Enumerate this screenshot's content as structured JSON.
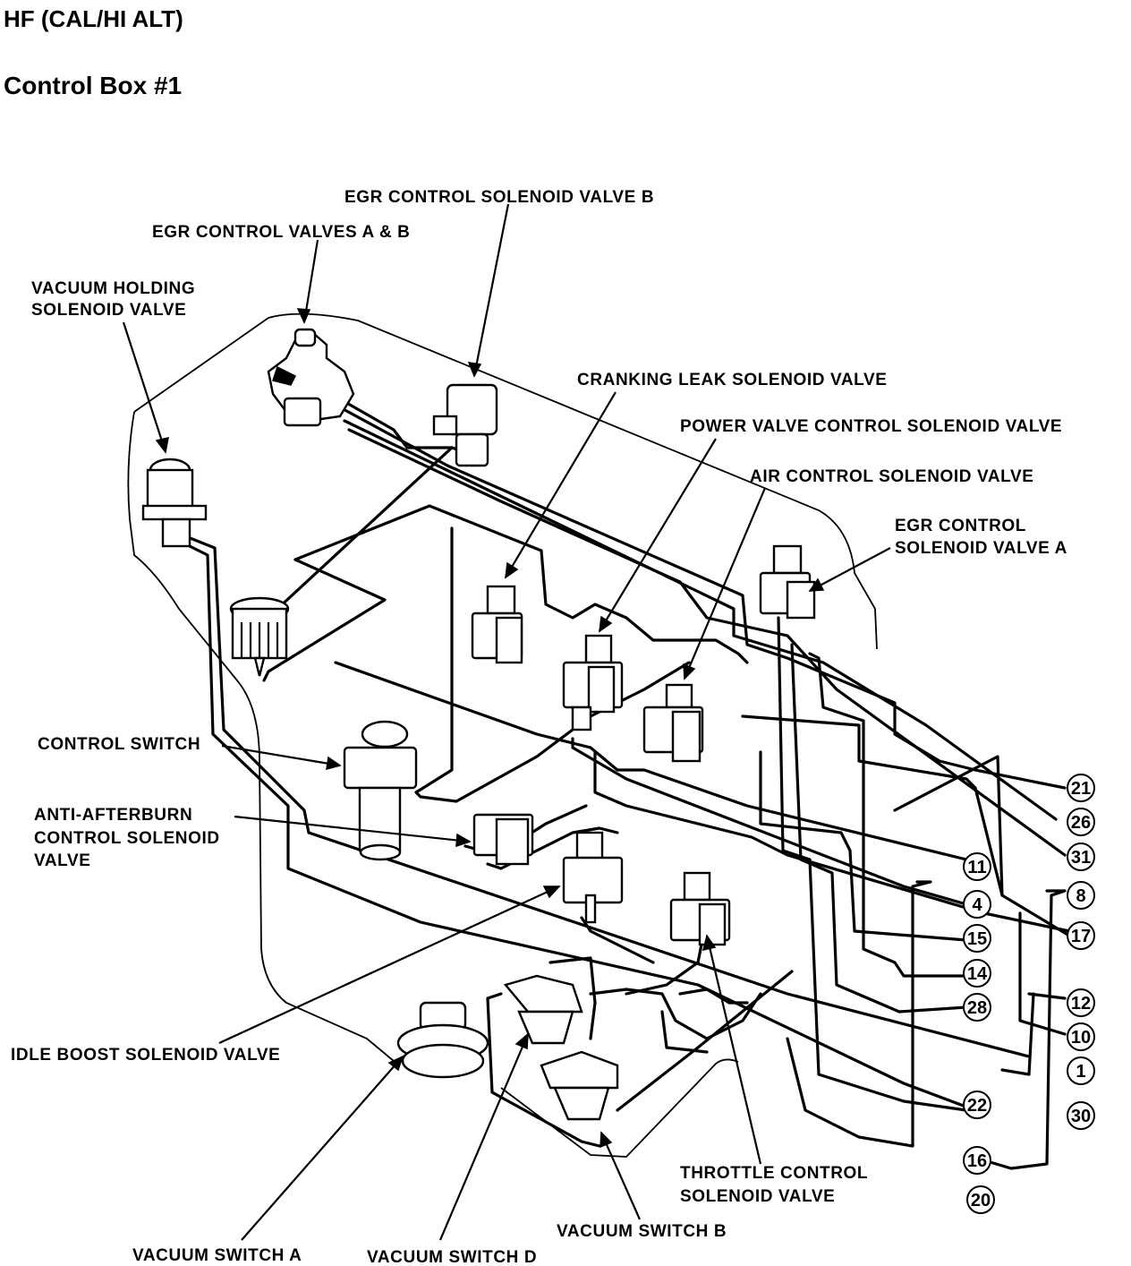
{
  "header": {
    "title": "HF (CAL/HI ALT)",
    "subtitle": "Control Box #1"
  },
  "labels": {
    "egr_control_solenoid_valve_b": "EGR CONTROL SOLENOID VALVE B",
    "egr_control_valves_a_b": "EGR CONTROL VALVES A & B",
    "vacuum_holding_line1": "VACUUM HOLDING",
    "vacuum_holding_line2": "SOLENOID VALVE",
    "cranking_leak": "CRANKING LEAK SOLENOID VALVE",
    "power_valve": "POWER VALVE CONTROL SOLENOID VALVE",
    "air_control": "AIR CONTROL SOLENOID VALVE",
    "egr_a_line1": "EGR CONTROL",
    "egr_a_line2": "SOLENOID VALVE A",
    "control_switch": "CONTROL SWITCH",
    "anti_afterburn_line1": "ANTI-AFTERBURN",
    "anti_afterburn_line2": "CONTROL SOLENOID",
    "anti_afterburn_line3": "VALVE",
    "idle_boost": "IDLE BOOST SOLENOID VALVE",
    "throttle_line1": "THROTTLE CONTROL",
    "throttle_line2": "SOLENOID VALVE",
    "vacuum_switch_a": "VACUUM SWITCH A",
    "vacuum_switch_d": "VACUUM SWITCH D",
    "vacuum_switch_b": "VACUUM SWITCH B"
  },
  "port_numbers": {
    "p21": "21",
    "p26": "26",
    "p31": "31",
    "p11": "11",
    "p4": "4",
    "p8": "8",
    "p15": "15",
    "p17": "17",
    "p14": "14",
    "p28": "28",
    "p12": "12",
    "p10": "10",
    "p1": "1",
    "p22": "22",
    "p30": "30",
    "p16": "16",
    "p20": "20"
  }
}
